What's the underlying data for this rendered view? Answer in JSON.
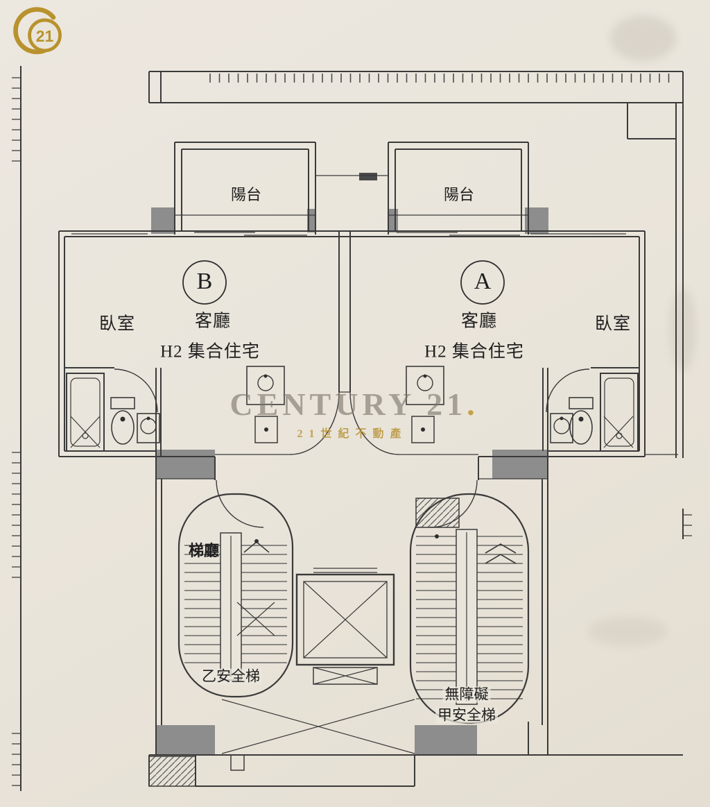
{
  "brand": {
    "logo_number": "21",
    "watermark_title": "CENTURY 21",
    "watermark_dot": ".",
    "watermark_subtitle": "21世紀不動產"
  },
  "plan": {
    "unit_b": {
      "letter": "B",
      "balcony_label": "陽台",
      "bedroom_label": "臥室",
      "living_label": "客廳",
      "type_label": "H2 集合住宅"
    },
    "unit_a": {
      "letter": "A",
      "balcony_label": "陽台",
      "bedroom_label": "臥室",
      "living_label": "客廳",
      "type_label": "H2 集合住宅"
    },
    "core": {
      "stair_hall_label": "梯廳",
      "stair_b_label": "乙安全梯",
      "accessible_label": "無障礙",
      "stair_a_label": "甲安全梯"
    }
  },
  "colors": {
    "paper": "#eae5db",
    "line": "#3a3a3a",
    "gold": "#b8922d",
    "fill_gray": "#8d8d8d",
    "watermark_gray": "#7c756a"
  }
}
